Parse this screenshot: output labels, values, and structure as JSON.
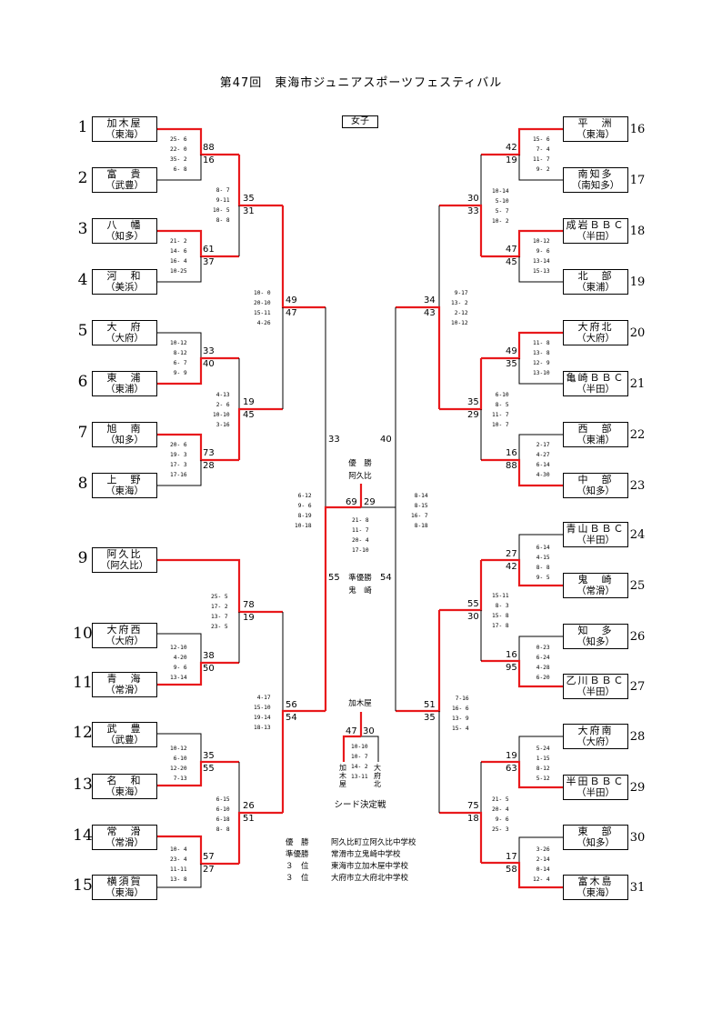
{
  "title": "第47回　東海市ジュニアスポーツフェスティバル",
  "category": "女子",
  "teams": {
    "1": {
      "name": "加木屋",
      "region": "（東海）"
    },
    "2": {
      "name": "富　貴",
      "region": "（武豊）"
    },
    "3": {
      "name": "八　幡",
      "region": "（知多）"
    },
    "4": {
      "name": "河　和",
      "region": "（美浜）"
    },
    "5": {
      "name": "大　府",
      "region": "（大府）"
    },
    "6": {
      "name": "東　浦",
      "region": "（東浦）"
    },
    "7": {
      "name": "旭　南",
      "region": "（知多）"
    },
    "8": {
      "name": "上　野",
      "region": "（東海）"
    },
    "9": {
      "name": "阿久比",
      "region": "（阿久比）"
    },
    "10": {
      "name": "大府西",
      "region": "（大府）"
    },
    "11": {
      "name": "青　海",
      "region": "（常滑）"
    },
    "12": {
      "name": "武　豊",
      "region": "（武豊）"
    },
    "13": {
      "name": "名　和",
      "region": "（東海）"
    },
    "14": {
      "name": "常　滑",
      "region": "（常滑）"
    },
    "15": {
      "name": "横須賀",
      "region": "（東海）"
    },
    "16": {
      "name": "平　洲",
      "region": "（東海）"
    },
    "17": {
      "name": "南知多",
      "region": "（南知多）"
    },
    "18": {
      "name": "成岩ＢＢＣ",
      "region": "（半田）"
    },
    "19": {
      "name": "北　部",
      "region": "（東浦）"
    },
    "20": {
      "name": "大府北",
      "region": "（大府）"
    },
    "21": {
      "name": "亀崎ＢＢＣ",
      "region": "（半田）"
    },
    "22": {
      "name": "西　部",
      "region": "（東浦）"
    },
    "23": {
      "name": "中　部",
      "region": "（知多）"
    },
    "24": {
      "name": "青山ＢＢＣ",
      "region": "（半田）"
    },
    "25": {
      "name": "鬼　崎",
      "region": "（常滑）"
    },
    "26": {
      "name": "知　多",
      "region": "（知多）"
    },
    "27": {
      "name": "乙川ＢＢＣ",
      "region": "（半田）"
    },
    "28": {
      "name": "大府南",
      "region": "（大府）"
    },
    "29": {
      "name": "半田ＢＢＣ",
      "region": "（半田）"
    },
    "30": {
      "name": "東　部",
      "region": "（知多）"
    },
    "31": {
      "name": "富木島",
      "region": "（東海）"
    }
  },
  "matches": {
    "m1": {
      "top": "88",
      "bottom": "16",
      "sets": "25- 6\n22- 0\n35- 2\n 6- 8"
    },
    "m2": {
      "top": "61",
      "bottom": "37",
      "sets": "21- 2\n14- 6\n16- 4\n10-25"
    },
    "m3": {
      "top": "33",
      "bottom": "40",
      "sets": "10-12\n 8-12\n 6- 7\n 9- 9"
    },
    "m4": {
      "top": "73",
      "bottom": "28",
      "sets": "20- 6\n19- 3\n17- 3\n17-16"
    },
    "m5": {
      "top": "38",
      "bottom": "50",
      "sets": "12-10\n 4-20\n 9- 6\n13-14"
    },
    "m6": {
      "top": "35",
      "bottom": "55",
      "sets": "10-12\n 6-10\n12-20\n 7-13"
    },
    "m7": {
      "top": "57",
      "bottom": "27",
      "sets": "10- 4\n23- 4\n11-11\n13- 8"
    },
    "q1": {
      "top": "35",
      "bottom": "31",
      "sets": " 8- 7\n 9-11\n10- 5\n 8- 8"
    },
    "q2": {
      "top": "19",
      "bottom": "45",
      "sets": " 4-13\n 2- 6\n10-10\n 3-16"
    },
    "q3": {
      "top": "78",
      "bottom": "19",
      "sets": "25- 5\n17- 2\n13- 7\n23- 5"
    },
    "q4": {
      "top": "26",
      "bottom": "51",
      "sets": " 6-15\n 6-10\n 6-18\n 8- 8"
    },
    "s1": {
      "top": "49",
      "bottom": "47",
      "sets": "10- 0\n20-10\n15-11\n 4-26"
    },
    "s2": {
      "top": "56",
      "bottom": "54",
      "sets": " 4-17\n15-10\n19-14\n18-13"
    },
    "lf": {
      "top": "33",
      "bottom": "55",
      "sets": " 6-12\n 9- 6\n 8-19\n10-18"
    },
    "n1": {
      "top": "42",
      "bottom": "19",
      "sets": "15- 6\n 7- 4\n11- 7\n 9- 2"
    },
    "n2": {
      "top": "47",
      "bottom": "45",
      "sets": "10-12\n 9- 6\n13-14\n15-13"
    },
    "n3": {
      "top": "49",
      "bottom": "35",
      "sets": "11- 8\n13- 8\n12- 9\n13-10"
    },
    "n4": {
      "top": "16",
      "bottom": "88",
      "sets": " 2-17\n 4-27\n 6-14\n 4-30"
    },
    "n5": {
      "top": "27",
      "bottom": "42",
      "sets": " 6-14\n 4-15\n 8- 8\n 9- 5"
    },
    "n6": {
      "top": "16",
      "bottom": "95",
      "sets": " 0-23\n 6-24\n 4-28\n 6-20"
    },
    "n7": {
      "top": "19",
      "bottom": "63",
      "sets": " 5-24\n 1-15\n 8-12\n 5-12"
    },
    "n8": {
      "top": "17",
      "bottom": "58",
      "sets": " 3-26\n 2-14\n 0-14\n12- 4"
    },
    "r1": {
      "top": "30",
      "bottom": "33",
      "sets": "10-14\n 5-10\n 5- 7\n10- 2"
    },
    "r2": {
      "top": "35",
      "bottom": "29",
      "sets": " 6-10\n 8- 5\n11- 7\n10- 7"
    },
    "r3": {
      "top": "55",
      "bottom": "30",
      "sets": "15-11\n 8- 3\n15- 8\n17- 8"
    },
    "r4": {
      "top": "75",
      "bottom": "18",
      "sets": "21- 5\n20- 4\n 9- 6\n25- 3"
    },
    "t1": {
      "top": "34",
      "bottom": "43",
      "sets": " 9-17\n13- 2\n 2-12\n10-12"
    },
    "t2": {
      "top": "51",
      "bottom": "35",
      "sets": " 7-16\n16- 6\n13- 9\n15- 4"
    },
    "rf": {
      "top": "40",
      "bottom": "54",
      "sets": " 8-14\n 8-15\n16- 7\n 8-18"
    },
    "final": {
      "left": "69",
      "right": "29",
      "sets": "21- 8\n11- 7\n20- 4\n17-10"
    },
    "seed": {
      "left": "47",
      "right": "30",
      "sets": "10-10\n10- 7\n14- 2\n13-11"
    }
  },
  "labels": {
    "champion": "優　勝",
    "champion_team": "阿久比",
    "runner_up": "準優勝",
    "runner_up_team": "鬼　崎",
    "seed_winner": "加木屋",
    "seed_left_v": "加木屋",
    "seed_right_v": "大府北",
    "seed_match": "シード決定戦"
  },
  "results": [
    {
      "rank": "優　勝",
      "school": "阿久比町立阿久比中学校"
    },
    {
      "rank": "準優勝",
      "school": "常滑市立鬼崎中学校"
    },
    {
      "rank": "３　位",
      "school": "東海市立加木屋中学校"
    },
    {
      "rank": "３　位",
      "school": "大府市立大府北中学校"
    }
  ],
  "colors": {
    "win_line": "#e8191c",
    "line": "#000000"
  }
}
